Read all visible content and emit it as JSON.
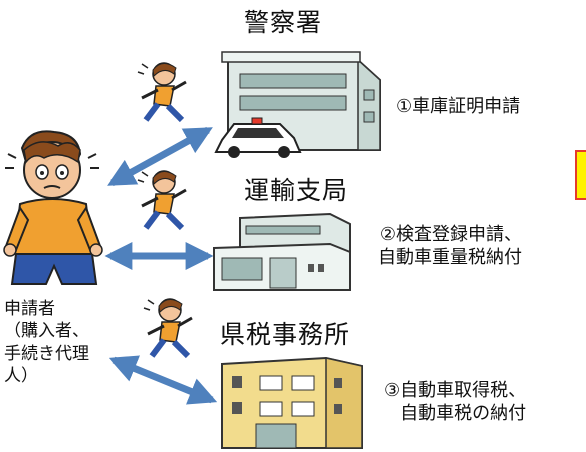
{
  "offices": [
    {
      "name": "警察署",
      "procedure_lines": [
        "①車庫証明申請"
      ]
    },
    {
      "name": "運輸支局",
      "procedure_lines": [
        "②検査登録申請、",
        "自動車重量税納付"
      ]
    },
    {
      "name": "県税事務所",
      "procedure_lines": [
        "③自動車取得税、",
        "自動車税の納付"
      ]
    }
  ],
  "applicant": {
    "lines": [
      "申請者",
      "（購入者、",
      "手続き代理",
      "人）"
    ]
  },
  "colors": {
    "arrow": "#4f81bd",
    "callout_border": "#e53a2b",
    "callout_fill": "#fff200"
  }
}
